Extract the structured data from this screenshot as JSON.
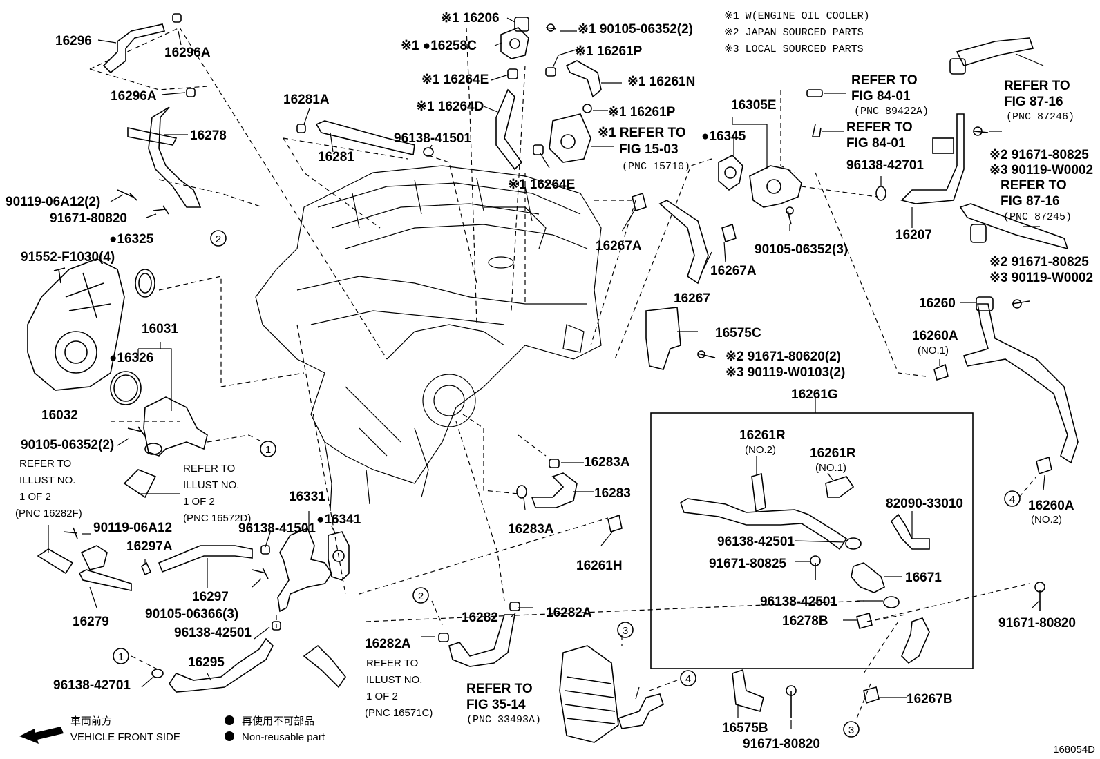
{
  "figure_id": "168054D",
  "notes": {
    "n1": "※1 W(ENGINE OIL COOLER)",
    "n2": "※2 JAPAN SOURCED PARTS",
    "n3": "※3 LOCAL SOURCED PARTS"
  },
  "legend": {
    "front_jp": "車両前方",
    "front_en": "VEHICLE FRONT SIDE",
    "nonreuse_jp": "再使用不可部品",
    "nonreuse_en": "Non-reusable part"
  },
  "labels": {
    "p16296": "16296",
    "p16296A_1": "16296A",
    "p16296A_2": "16296A",
    "p16278": "16278",
    "p90119_06A12_2": "90119-06A12(2)",
    "p91671_80820_a": "91671-80820",
    "p16325": "●16325",
    "p91552": "91552-F1030(4)",
    "p16031": "16031",
    "p16326": "●16326",
    "p16032": "16032",
    "p90105_06352_2": "90105-06352(2)",
    "ref_a_1": "REFER TO",
    "ref_a_2": "ILLUST NO.",
    "ref_a_3": "1 OF 2",
    "ref_a_4": "(PNC 16282F)",
    "ref_b_1": "REFER TO",
    "ref_b_2": "ILLUST NO.",
    "ref_b_3": "1 OF 2",
    "ref_b_4": "(PNC 16572D)",
    "p90119_06A12": "90119-06A12",
    "p16297A": "16297A",
    "p16297": "16297",
    "p16279": "16279",
    "p90105_06366": "90105-06366(3)",
    "p96138_42501_a": "96138-42501",
    "p16295": "16295",
    "p96138_42701_a": "96138-42701",
    "p16331": "16331",
    "p96138_41501_a": "96138-41501",
    "p16341": "●16341",
    "p16281A": "16281A",
    "p16281": "16281",
    "p96138_41501_b": "96138-41501",
    "p16206": "※1 16206",
    "p16258C": "※1 ●16258C",
    "p16264E_1": "※1 16264E",
    "p16264D": "※1 16264D",
    "p16264E_2": "※1 16264E",
    "p190105": "※1 90105-06352(2)",
    "p16261P_1": "※1 16261P",
    "p16261N": "※1 16261N",
    "p16261P_2": "※1 16261P",
    "ref_c_1": "※1 REFER TO",
    "ref_c_2": "FIG 15-03",
    "ref_c_3": "(PNC 15710)",
    "p16283A_1": "16283A",
    "p16283": "16283",
    "p16283A_2": "16283A",
    "p16282": "16282",
    "p16282A_1": "16282A",
    "p16282A_2": "16282A",
    "ref_d_1": "REFER TO",
    "ref_d_2": "ILLUST NO.",
    "ref_d_3": "1 OF 2",
    "ref_d_4": "(PNC 16571C)",
    "ref_e_1": "REFER TO",
    "ref_e_2": "FIG 35-14",
    "ref_e_3": "(PNC 33493A)",
    "p16261H": "16261H",
    "p16267A_1": "16267A",
    "p16267": "16267",
    "p16267A_2": "16267A",
    "p16575C": "16575C",
    "p91671_80620": "※2 91671-80620(2)",
    "p90119_W0103": "※3 90119-W0103(2)",
    "p16305E": "16305E",
    "p16345": "●16345",
    "p90105_06352_3": "90105-06352(3)",
    "ref_f_1": "REFER TO",
    "ref_f_2": "FIG 84-01",
    "ref_f_3": "(PNC 89422A)",
    "ref_g_1": "REFER TO",
    "ref_g_2": "FIG 84-01",
    "p96138_42701_b": "96138-42701",
    "p16207": "16207",
    "ref_h_1": "REFER TO",
    "ref_h_2": "FIG 87-16",
    "ref_h_3": "(PNC 87246)",
    "p91671_80825_a": "※2 91671-80825",
    "p90119_W0002_a": "※3 90119-W0002",
    "ref_i_1": "REFER TO",
    "ref_i_2": "FIG 87-16",
    "ref_i_3": "(PNC 87245)",
    "p91671_80825_b": "※2 91671-80825",
    "p90119_W0002_b": "※3 90119-W0002",
    "p16260": "16260",
    "p16260A_1": "16260A",
    "p16260A_1sub": "(NO.1)",
    "p16260A_2": "16260A",
    "p16260A_2sub": "(NO.2)",
    "p16261G": "16261G",
    "p16261R_2": "16261R",
    "p16261R_2sub": "(NO.2)",
    "p16261R_1": "16261R",
    "p16261R_1sub": "(NO.1)",
    "p82090": "82090-33010",
    "p96138_42501_b": "96138-42501",
    "p91671_80825_c": "91671-80825",
    "p16671": "16671",
    "p96138_42501_c": "96138-42501",
    "p16278B": "16278B",
    "p91671_80820_b": "91671-80820",
    "p16267B": "16267B",
    "p16575B": "16575B",
    "p91671_80820_c": "91671-80820"
  },
  "callouts": {
    "c1a": "1",
    "c1b": "1",
    "c2a": "2",
    "c2b": "2",
    "c3a": "3",
    "c3b": "3",
    "c4a": "4",
    "c4b": "4"
  }
}
